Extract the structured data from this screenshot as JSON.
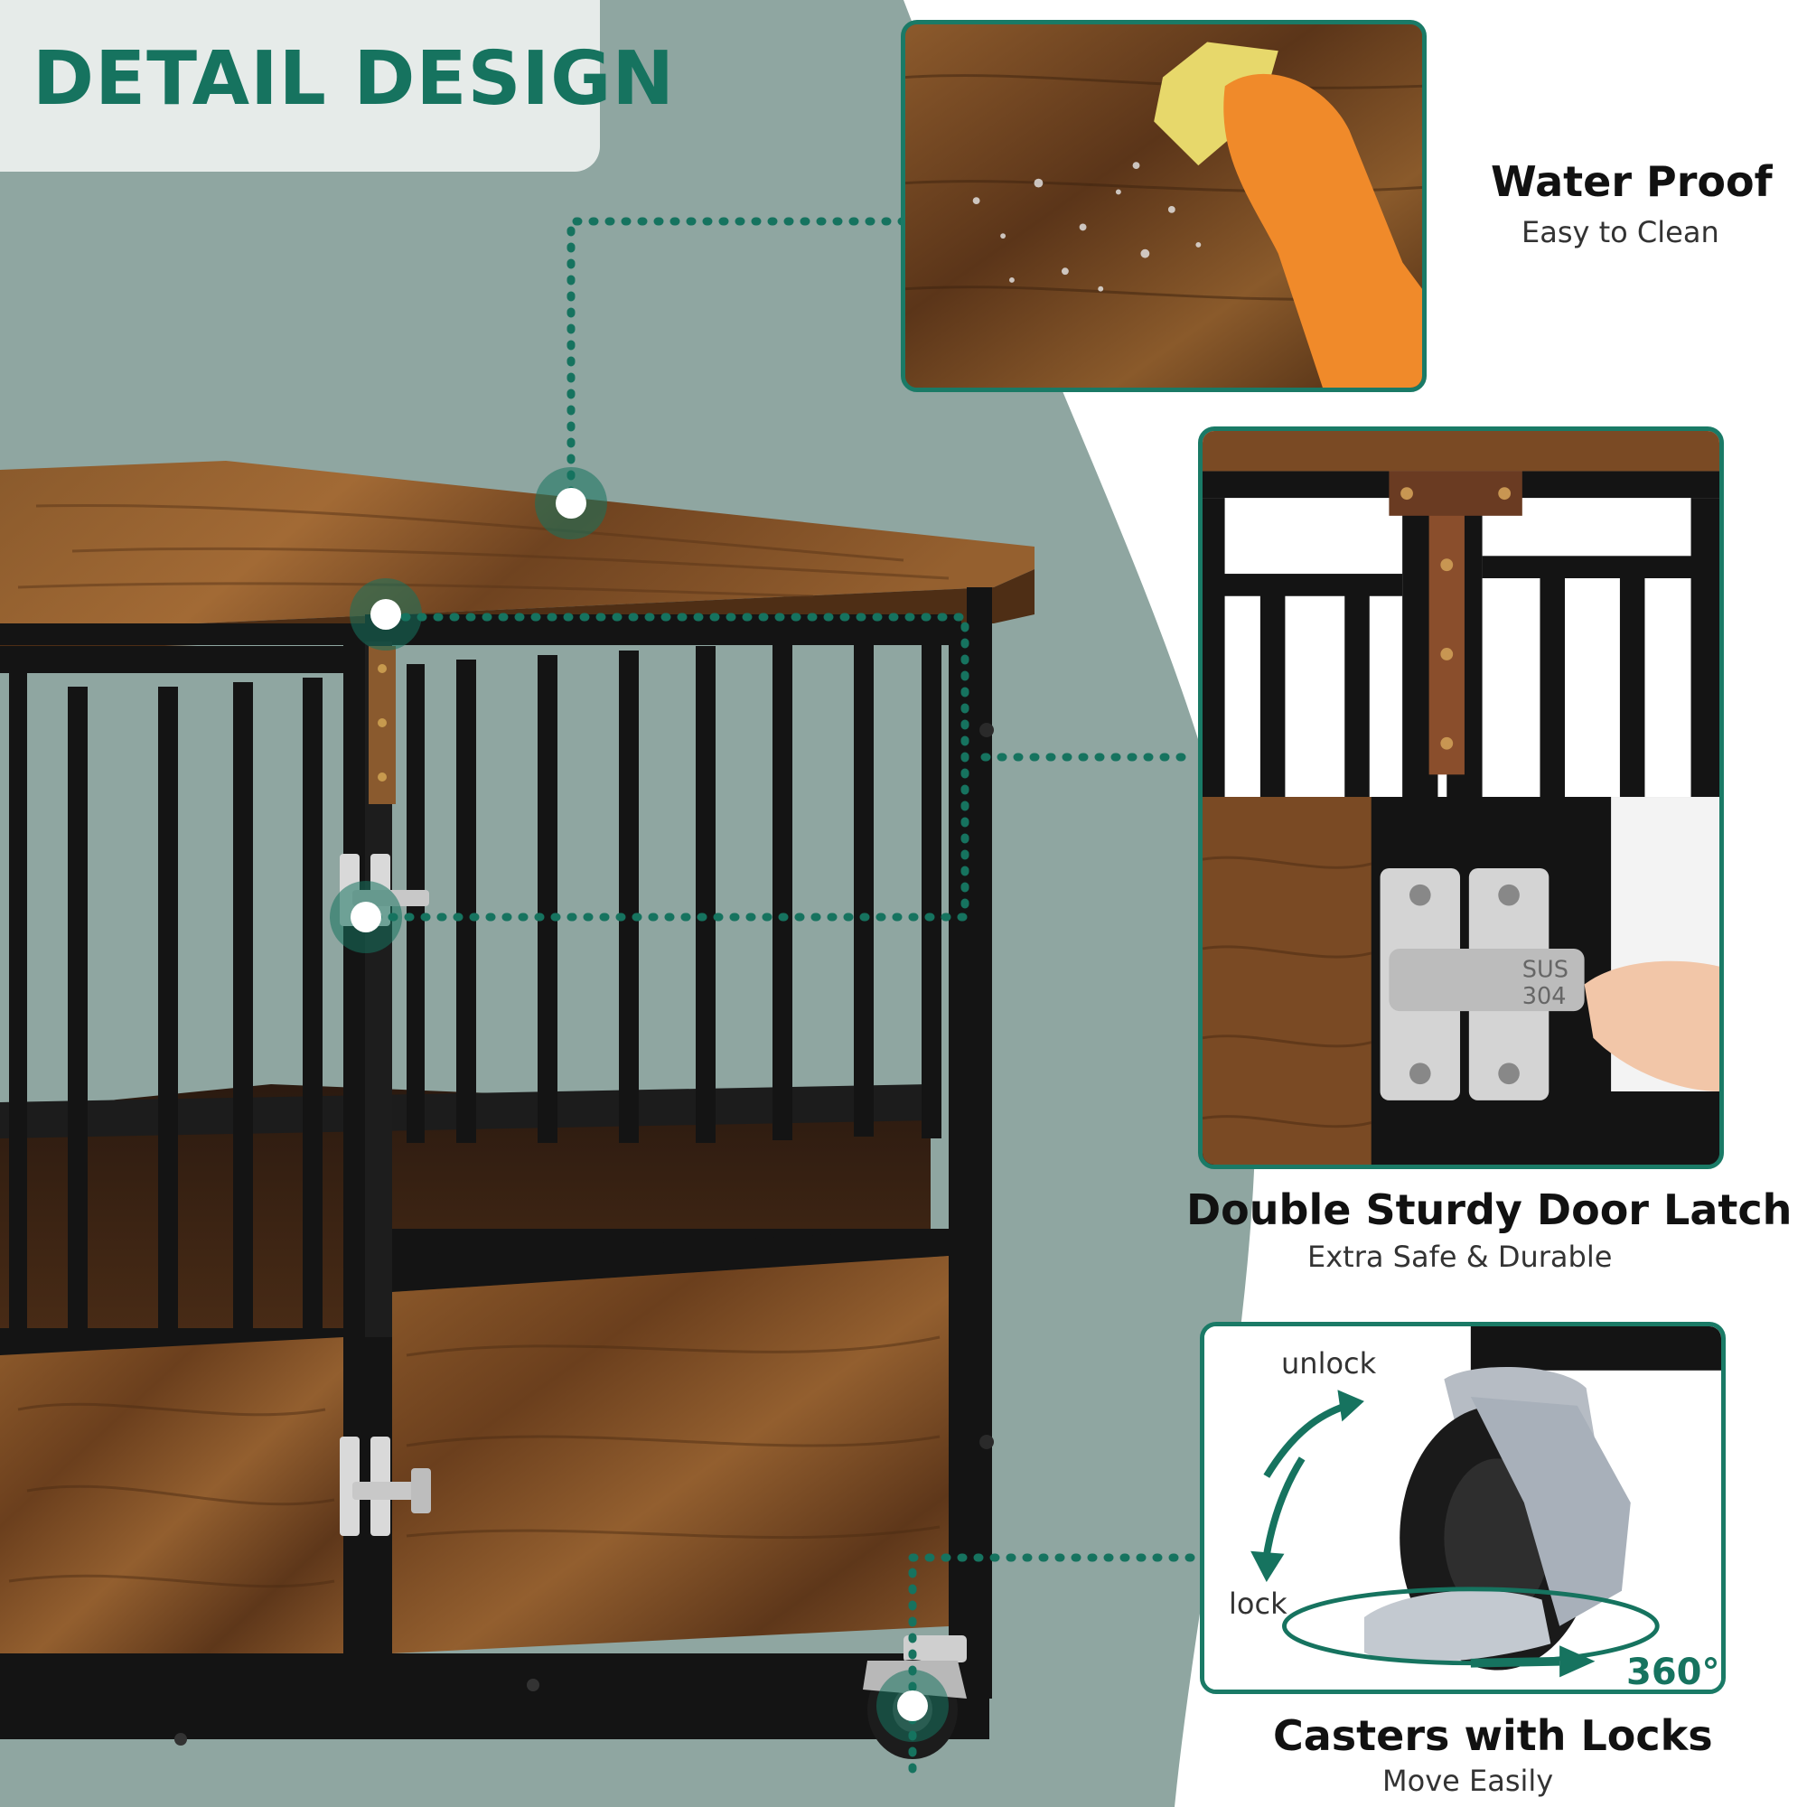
{
  "header": {
    "title": "DETAIL DESIGN"
  },
  "features": [
    {
      "title": "Water Proof",
      "subtitle": "Easy to Clean"
    },
    {
      "title": "Double Sturdy Door Latch",
      "subtitle": "Extra Safe & Durable"
    },
    {
      "title": "Casters with Locks",
      "subtitle": "Move Easily"
    }
  ],
  "caster": {
    "unlock_label": "unlock",
    "lock_label": "lock",
    "rotation_label": "360°"
  },
  "latch_stamp": {
    "line1": "SUS",
    "line2": "304"
  },
  "colors": {
    "accent": "#16735f",
    "background": "#8fa6a1",
    "panel": "#e6ebe9",
    "wood": "#7a4a24",
    "frame": "#141414"
  },
  "icons": [
    "unlock-arrow-icon",
    "lock-arrow-icon",
    "rotation-arrow-icon",
    "callout-marker-icon"
  ]
}
